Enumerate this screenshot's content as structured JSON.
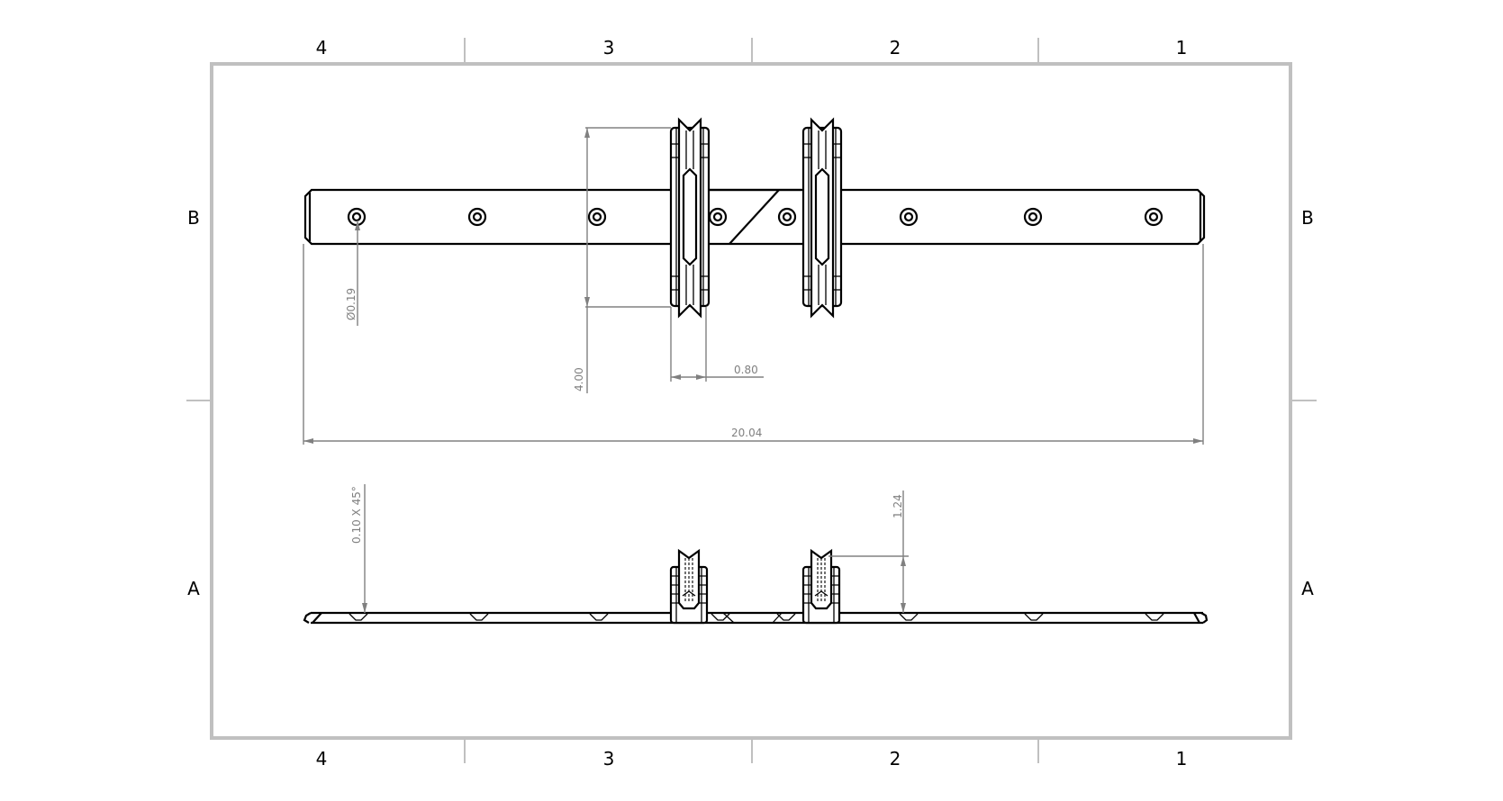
{
  "drawing": {
    "border": {
      "zones_top": [
        "4",
        "3",
        "2",
        "1"
      ],
      "zones_bottom": [
        "4",
        "3",
        "2",
        "1"
      ],
      "zones_left": [
        "B",
        "A"
      ],
      "zones_right": [
        "B",
        "A"
      ]
    },
    "top_view": {
      "holes_count": 8,
      "wheels_count": 2
    },
    "front_view": {
      "wheels_count": 2
    },
    "dimensions": {
      "hole_diameter": "Ø0.19",
      "wheel_height": "4.00",
      "wheel_width": "0.80",
      "overall_length": "20.04",
      "chamfer": "0.10 X 45°",
      "wheel_rise": "1.24"
    },
    "colors": {
      "border": "#c0c0c0",
      "geometry": "#000000",
      "dimension": "#808080",
      "background": "#ffffff"
    }
  }
}
